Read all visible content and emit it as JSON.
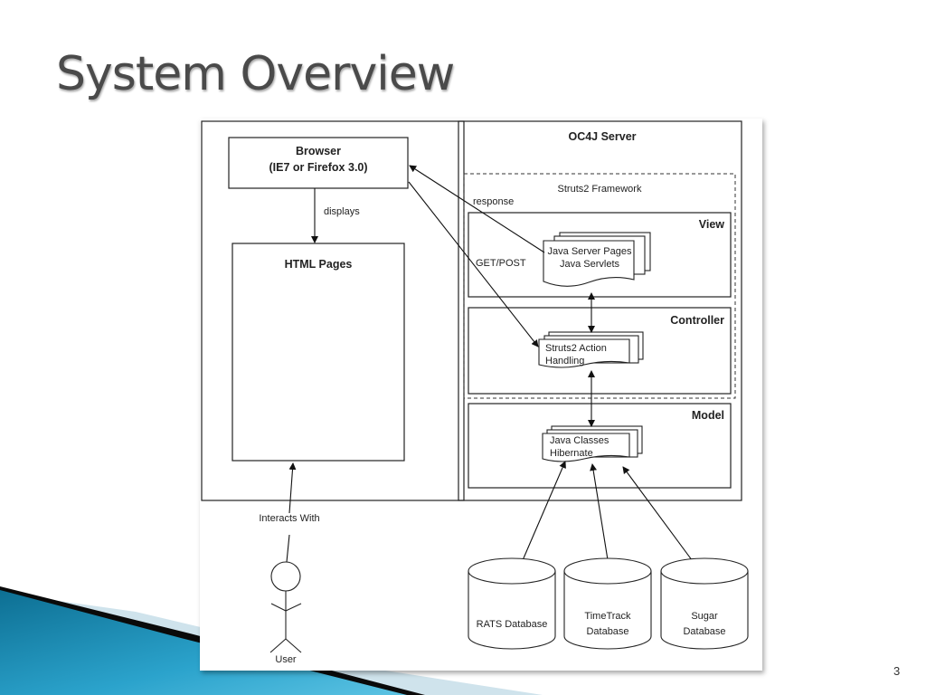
{
  "slide": {
    "title": "System Overview",
    "page_number": "3",
    "accent_colors": {
      "teal": "#1f8db5",
      "dark": "#0a0a0a",
      "title": "#4a4a4a"
    }
  },
  "diagram": {
    "client": {
      "browser_title": "Browser",
      "browser_subtitle": "(IE7 or Firefox 3.0)",
      "displays_label": "displays",
      "html_pages_label": "HTML Pages",
      "interacts_label": "Interacts With",
      "user_label": "User"
    },
    "server": {
      "title": "OC4J Server",
      "framework_label": "Struts2 Framework",
      "response_label": "response",
      "getpost_label": "GET/POST",
      "view": {
        "title": "View",
        "doc_line1": "Java Server Pages",
        "doc_line2": "Java Servlets"
      },
      "controller": {
        "title": "Controller",
        "doc_line1": "Struts2 Action",
        "doc_line2": "Handling"
      },
      "model": {
        "title": "Model",
        "doc_line1": "Java Classes",
        "doc_line2": "Hibernate"
      }
    },
    "databases": [
      {
        "line1": "RATS Database",
        "line2": ""
      },
      {
        "line1": "TimeTrack",
        "line2": "Database"
      },
      {
        "line1": "Sugar",
        "line2": "Database"
      }
    ]
  }
}
